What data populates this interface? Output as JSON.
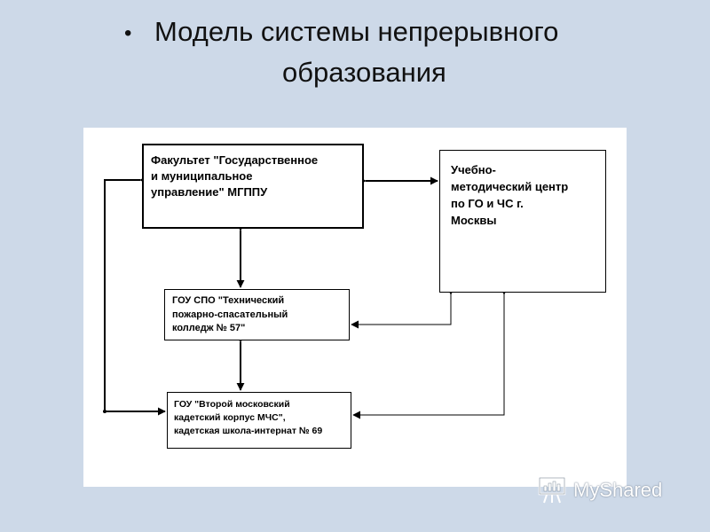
{
  "slide": {
    "bullet": "•",
    "title_line1": "Модель системы непрерывного",
    "title_line2": "образования"
  },
  "diagram": {
    "nodes": {
      "faculty": "Факультет \"Государственное\nи муниципальное\nуправление\" МГППУ",
      "training_center": "Учебно-\nметодический центр\nпо ГО и ЧС г.\nМосквы",
      "college": "ГОУ СПО \"Технический\nпожарно-спасательный\nколледж № 57\"",
      "cadet_corps": "ГОУ \"Второй московский\nкадетский корпус МЧС\",\nкадетская школа-интернат № 69"
    }
  },
  "watermark": {
    "brand": "MyShared"
  }
}
